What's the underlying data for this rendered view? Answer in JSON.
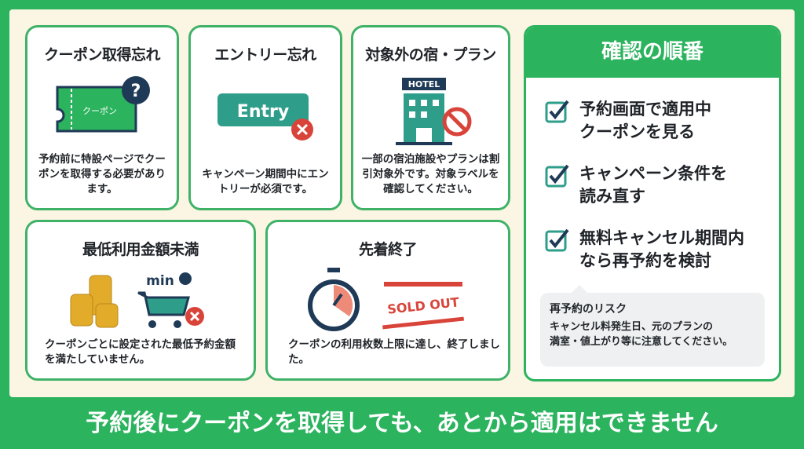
{
  "cards": [
    {
      "title": "クーポン取得忘れ",
      "icon_label": "クーポン",
      "text": "予約前に特設ページでクーポンを取得する必要があります。"
    },
    {
      "title": "エントリー忘れ",
      "icon_label": "Entry",
      "text": "キャンペーン期間中にエントリーが必須です。"
    },
    {
      "title": "対象外の宿・プラン",
      "icon_label": "HOTEL",
      "text": "一部の宿泊施設やプランは割引対象外です。対象ラベルを確認してください。"
    },
    {
      "title": "最低利用金額未満",
      "icon_label": "min",
      "text": "クーポンごとに設定された最低予約金額を満たしていません。"
    },
    {
      "title": "先着終了",
      "icon_label": "SOLD OUT",
      "text": "クーポンの利用枚数上限に達し、終了しました。"
    }
  ],
  "checklist": {
    "title": "確認の順番",
    "items": [
      "予約画面で適用中\nクーポンを見る",
      "キャンペーン条件を\n読み直す",
      "無料キャンセル期間内\nなら再予約を検討"
    ],
    "risk_title": "再予約のリスク",
    "risk_text": "キャンセル料発生日、元のプランの\n満室・値上がり等に注意してください。"
  },
  "banner": "予約後にクーポンを取得しても、あとから適用はできません",
  "colors": {
    "green": "#2bb35e",
    "navy": "#1f3a56",
    "red": "#d9443a",
    "teal": "#2e9e8a"
  }
}
